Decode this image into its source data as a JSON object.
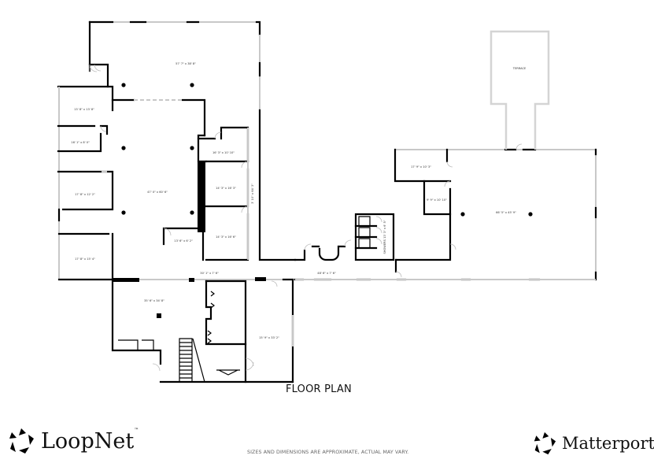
{
  "plan": {
    "title": "FLOOR PLAN",
    "disclaimer": "SIZES AND DIMENSIONS ARE APPROXIMATE, ACTUAL MAY VARY.",
    "rooms": [
      {
        "id": "top-hall",
        "label": "57' 7\" x 38' 8\""
      },
      {
        "id": "office-1",
        "label": "13' 8\" x 13' 8\""
      },
      {
        "id": "office-2",
        "label": "16' 1\" x 8' 0\""
      },
      {
        "id": "office-3",
        "label": "17' 8\" x 12' 2\""
      },
      {
        "id": "office-4",
        "label": "17' 8\" x 15' 4\""
      },
      {
        "id": "main-hall",
        "label": "47' 0\" x 60' 6\""
      },
      {
        "id": "small-office",
        "label": "13' 6\" x 6' 2\""
      },
      {
        "id": "office-5",
        "label": "16' 3\" x 10' 10\""
      },
      {
        "id": "office-6",
        "label": "14' 3\" x 16' 3\""
      },
      {
        "id": "office-7",
        "label": "14' 3\" x 16' 6\""
      },
      {
        "id": "corridor-v",
        "label": "3' 10\" x 64' 3\""
      },
      {
        "id": "corridor-1",
        "label": "30' 1\" x 7' 6\""
      },
      {
        "id": "lobby",
        "label": "35' 6\" x 34' 8\""
      },
      {
        "id": "room-b",
        "label": "15' 9\" x 33' 2\""
      },
      {
        "id": "corridor-2",
        "label": "48' 6\" x 7' 6\""
      },
      {
        "id": "showers",
        "label": "SHOWERS 13' 3\" x 6' 5\""
      },
      {
        "id": "office-8",
        "label": "17' 9\" x 10' 3\""
      },
      {
        "id": "office-9",
        "label": "9' 9\" x 10' 10\""
      },
      {
        "id": "east-hall",
        "label": "66' 5\" x 45' 9\""
      },
      {
        "id": "terrace",
        "label": "TERRACE"
      }
    ]
  },
  "branding": {
    "left": {
      "name": "LoopNet",
      "mark": "™"
    },
    "right": {
      "name": "Matterport",
      "mark": "®"
    }
  }
}
